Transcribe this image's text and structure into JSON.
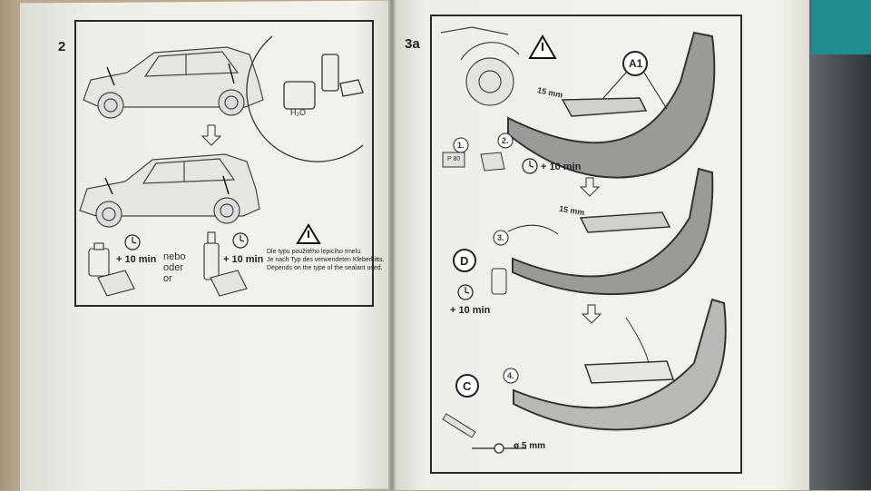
{
  "left_page": {
    "step_number": "2",
    "time_label_1": "+ 10 min",
    "time_label_2": "+ 10 min",
    "alt_word_1": "nebo",
    "alt_word_2": "oder",
    "alt_word_3": "or",
    "water_label": "H₂O",
    "warning_cs": "Dle typu použitého lepicího tmelu.",
    "warning_de": "Je nach Typ des verwendeten Kleberkitts.",
    "warning_en": "Depends on the type of the sealant used."
  },
  "right_page": {
    "step_number": "3a",
    "part_a_label": "A1",
    "measure_1": "15 mm",
    "measure_2": "15 mm",
    "substep_1": "1.",
    "substep_2": "2.",
    "substep_3": "3.",
    "substep_4": "4.",
    "sandpaper_label": "P 80",
    "time_label_1": "+ 10 min",
    "time_label_2": "+ 10 min",
    "part_d_label": "D",
    "part_c_label": "C",
    "diameter_label": "ø 5 mm"
  }
}
